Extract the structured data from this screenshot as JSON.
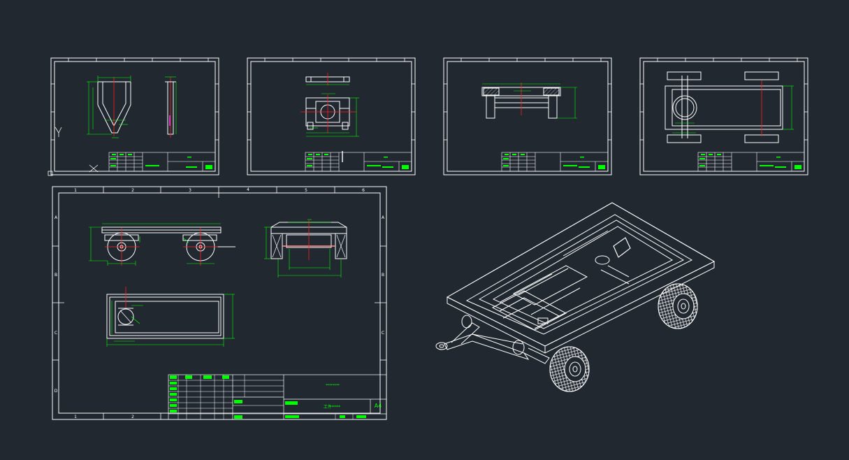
{
  "colors": {
    "background": "#212830",
    "line": "#ffffff",
    "dimension": "#00ff00",
    "centerline": "#ff2020",
    "accent": "#ff40ff"
  },
  "main_sheet": {
    "top_zone_labels": [
      "1",
      "2",
      "3",
      "4",
      "5",
      "6"
    ],
    "bottom_zone_labels": [
      "1",
      "2"
    ],
    "side_zone_labels": [
      "A",
      "B",
      "C",
      "D"
    ],
    "title_center": "********",
    "part_name": "工件****",
    "sheet_size": "A4"
  },
  "small_sheets": [
    {
      "id": "sheet-1"
    },
    {
      "id": "sheet-2"
    },
    {
      "id": "sheet-3"
    },
    {
      "id": "sheet-4"
    }
  ]
}
